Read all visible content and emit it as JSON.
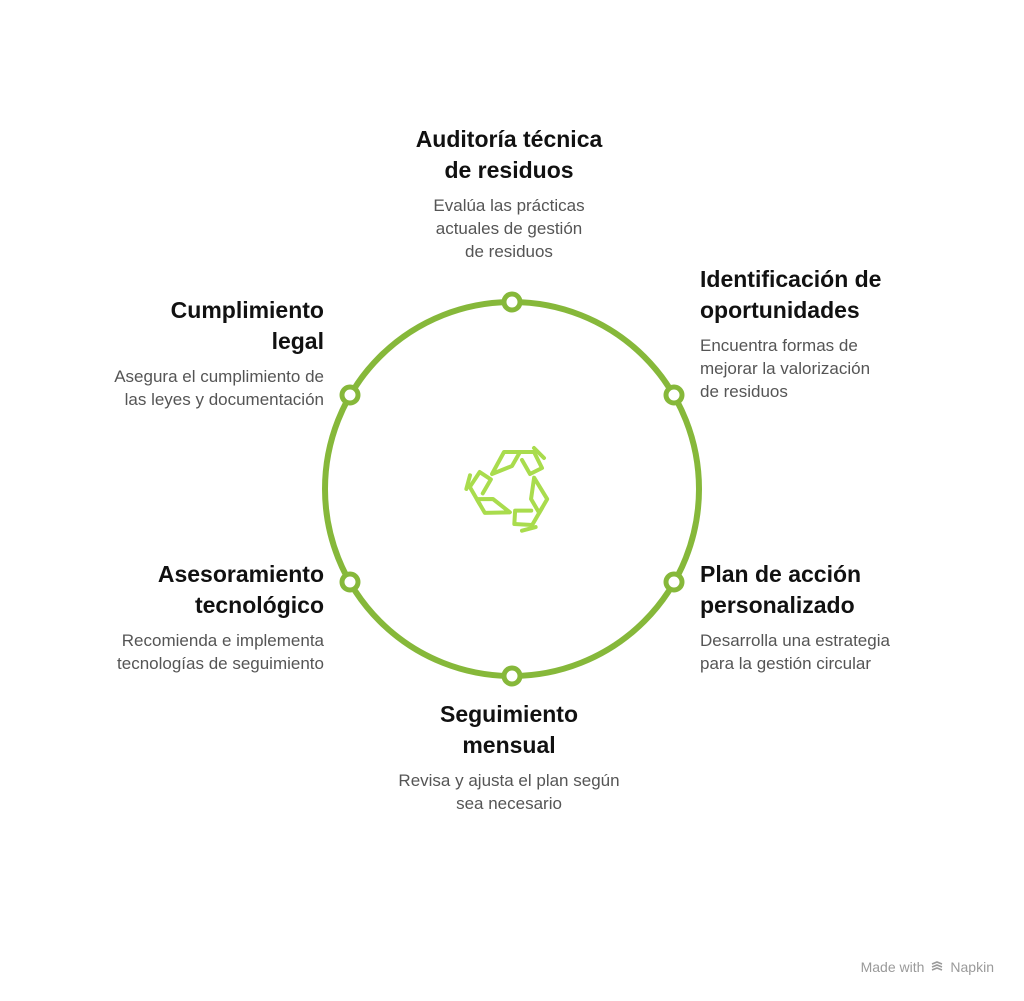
{
  "diagram": {
    "accent_color": "#86b83a",
    "icon_color": "#a9dc4d",
    "center_icon": "recycle-icon",
    "steps": [
      {
        "title_line1": "Auditoría técnica",
        "title_line2": "de residuos",
        "desc_line1": "Evalúa las prácticas",
        "desc_line2": "actuales de gestión",
        "desc_line3": "de residuos"
      },
      {
        "title_line1": "Identificación de",
        "title_line2": "oportunidades",
        "desc_line1": "Encuentra formas de",
        "desc_line2": "mejorar la valorización",
        "desc_line3": "de residuos"
      },
      {
        "title_line1": "Plan de acción",
        "title_line2": "personalizado",
        "desc_line1": "Desarrolla una estrategia",
        "desc_line2": "para la gestión circular"
      },
      {
        "title_line1": "Seguimiento",
        "title_line2": "mensual",
        "desc_line1": "Revisa y ajusta el plan según",
        "desc_line2": "sea necesario"
      },
      {
        "title_line1": "Asesoramiento",
        "title_line2": "tecnológico",
        "desc_line1": "Recomienda e implementa",
        "desc_line2": "tecnologías de seguimiento"
      },
      {
        "title_line1": "Cumplimiento",
        "title_line2": "legal",
        "desc_line1": "Asegura el cumplimiento de",
        "desc_line2": "las leyes y documentación"
      }
    ]
  },
  "footer": {
    "made_with": "Made with",
    "brand": "Napkin",
    "brand_icon": "napkin-logo-icon"
  }
}
